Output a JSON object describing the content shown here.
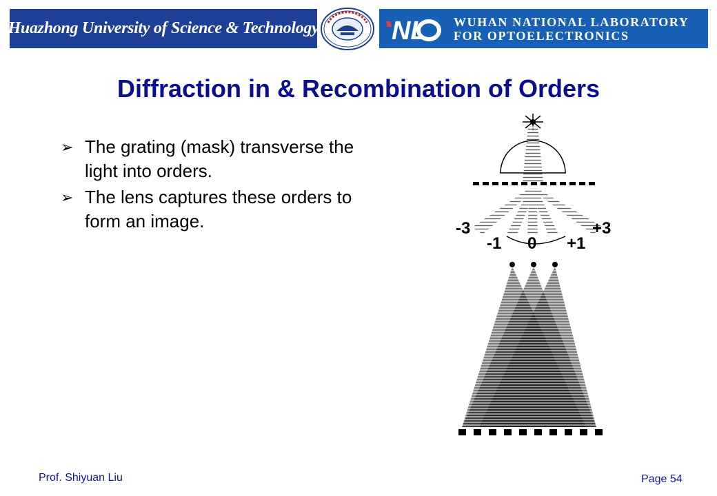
{
  "header": {
    "university": "Huazhong University of Science & Technology",
    "lab_line1": "WUHAN NATIONAL LABORATORY",
    "lab_line2": "FOR OPTOELECTRONICS"
  },
  "slide": {
    "title": "Diffraction in & Recombination of Orders",
    "bullets": [
      "The grating (mask) transverse the light into orders.",
      "The lens captures these orders to form an image."
    ],
    "bullet_marker": "➢"
  },
  "diagram": {
    "orders": [
      {
        "label": "-3",
        "order": -3
      },
      {
        "label": "+3",
        "order": 3
      },
      {
        "label": "-1",
        "order": -1
      },
      {
        "label": "0",
        "order": 0
      },
      {
        "label": "+1",
        "order": 1
      }
    ]
  },
  "footer": {
    "author": "Prof. Shiyuan Liu",
    "page": "Page 54"
  },
  "colors": {
    "title": "#0b0f8c",
    "banner_left": "#1d3f95",
    "banner_right": "#1760b6",
    "footer_text": "#10139a"
  }
}
